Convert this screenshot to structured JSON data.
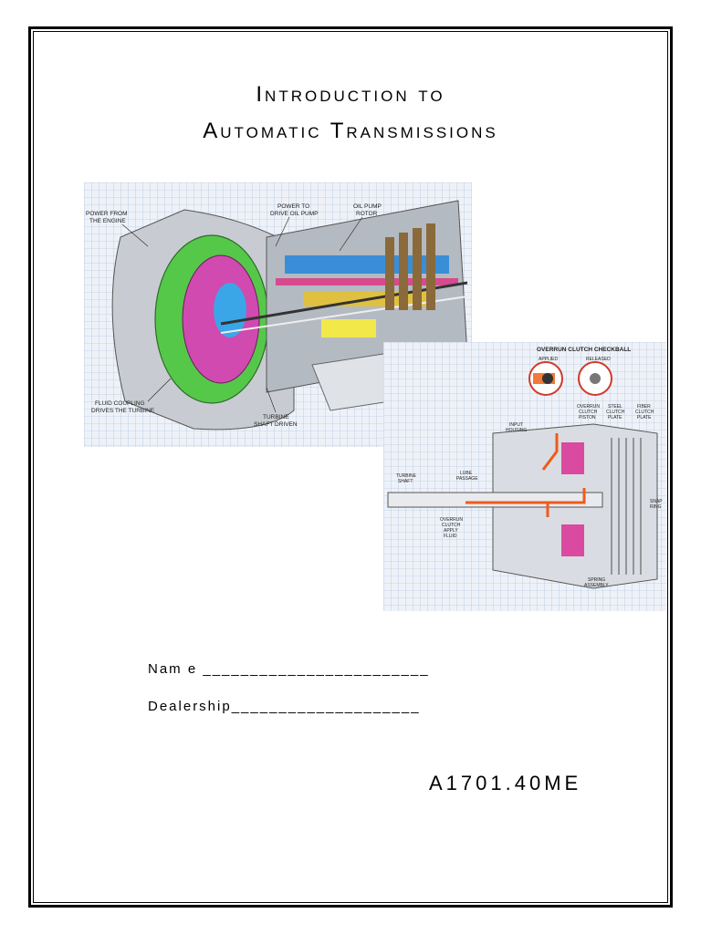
{
  "title": {
    "line1": "Introduction to",
    "line2": "Automatic Transmissions"
  },
  "illustration_main": {
    "labels": {
      "power_from_engine_1": "POWER FROM",
      "power_from_engine_2": "THE ENGINE",
      "power_to_pump_1": "POWER TO",
      "power_to_pump_2": "DRIVE OIL PUMP",
      "oil_pump_1": "OIL PUMP",
      "oil_pump_2": "ROTOR",
      "fluid_coupling_1": "FLUID COUPLING",
      "fluid_coupling_2": "DRIVES THE TURBINE",
      "turbine_1": "TURBINE",
      "turbine_2": "SHAFT DRIVEN"
    }
  },
  "illustration_clutch": {
    "labels": {
      "title": "OVERRUN CLUTCH CHECKBALL",
      "applied": "APPLIED",
      "released": "RELEASED",
      "overrun_piston_1": "OVERRUN",
      "overrun_piston_2": "CLUTCH",
      "overrun_piston_3": "PISTON",
      "steel_1": "STEEL",
      "steel_2": "CLUTCH",
      "steel_3": "PLATE",
      "fiber_1": "FIBER",
      "fiber_2": "CLUTCH",
      "fiber_3": "PLATE",
      "input_1": "INPUT",
      "input_2": "HOUSING",
      "turbine_1": "TURBINE",
      "turbine_2": "SHAFT",
      "lube_1": "LUBE",
      "lube_2": "PASSAGE",
      "snap_1": "SNAP",
      "snap_2": "RING",
      "apply_1": "OVERRUN",
      "apply_2": "CLUTCH",
      "apply_3": "APPLY",
      "apply_4": "FLUID",
      "spring_1": "SPRING",
      "spring_2": "ASSEMBLY"
    }
  },
  "form": {
    "name_line": "Nam e ________________________",
    "dealership_line": "Dealership____________________"
  },
  "course_code": "A1701.40ME"
}
